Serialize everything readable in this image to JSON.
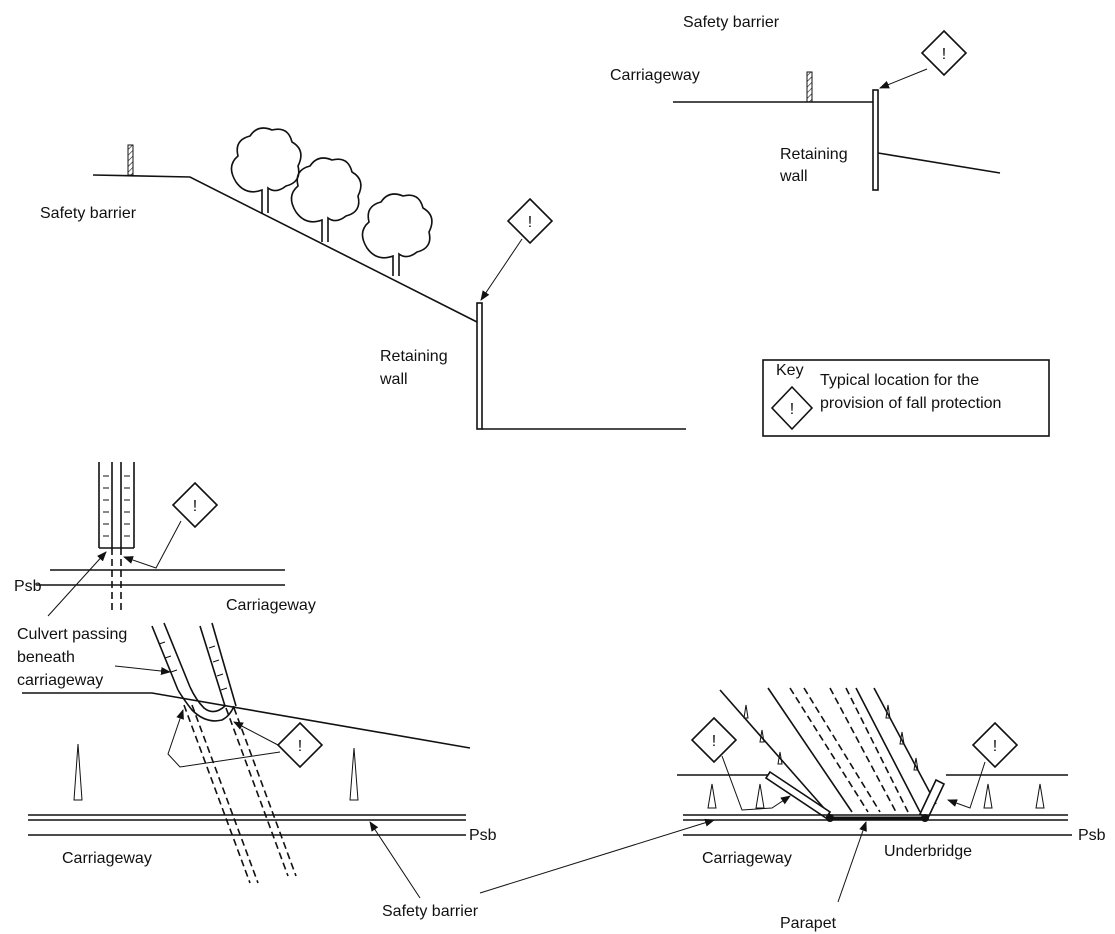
{
  "top_right": {
    "safety_barrier": "Safety barrier",
    "carriageway": "Carriageway",
    "retaining_wall_line1": "Retaining",
    "retaining_wall_line2": "wall"
  },
  "top_left": {
    "safety_barrier": "Safety barrier",
    "retaining_wall_line1": "Retaining",
    "retaining_wall_line2": "wall"
  },
  "key": {
    "heading": "Key",
    "text_line1": "Typical location for the",
    "text_line2": "provision of fall protection",
    "symbol": "!"
  },
  "culvert": {
    "psb": "Psb",
    "carriageway": "Carriageway",
    "label_line1": "Culvert passing",
    "label_line2": "beneath",
    "label_line3": "carriageway",
    "carriageway_lower": "Carriageway"
  },
  "underbridge": {
    "carriageway": "Carriageway",
    "underbridge": "Underbridge",
    "psb": "Psb",
    "parapet": "Parapet"
  },
  "bottom": {
    "psb_left": "Psb",
    "safety_barrier": "Safety barrier"
  },
  "warning_symbol": "!"
}
